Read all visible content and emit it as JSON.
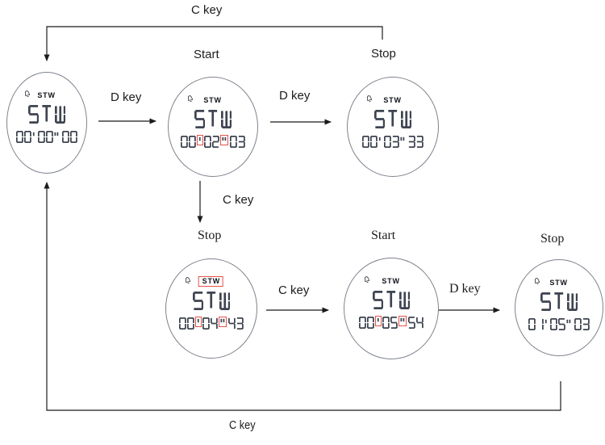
{
  "colors": {
    "segment": "#3e4450",
    "highlight_red": "#e4534b",
    "watch_outline": "#7d838d",
    "line": "#1b1b1b",
    "indicator_text": "#10131a"
  },
  "labels": {
    "loop_top": "C key",
    "d_key_top_1": "D key",
    "d_key_top_2": "D key",
    "c_key_mid": "C key",
    "c_key_row2": "C key",
    "d_key_row2": "D key",
    "loop_bottom": "C key",
    "state_start_top": "Start",
    "state_stop_top": "Stop",
    "state_stop_bottom_1": "Stop",
    "state_start_bottom_2": "Start",
    "state_stop_bottom_3": "Stop"
  },
  "watches": [
    {
      "name": "stopwatch-idle",
      "bell": true,
      "indicator": "STW",
      "indicator_boxed": false,
      "word": "STW",
      "time": "00'00\"00",
      "separators_highlighted": false
    },
    {
      "name": "stopwatch-running-first",
      "bell": true,
      "indicator": "STW",
      "indicator_boxed": false,
      "word": "STW",
      "time": "00'02\"03",
      "separators_highlighted": true
    },
    {
      "name": "stopwatch-stopped-first",
      "bell": true,
      "indicator": "STW",
      "indicator_boxed": false,
      "word": "STW",
      "time": "00'03\"33",
      "separators_highlighted": false
    },
    {
      "name": "stopwatch-stopped-blink",
      "bell": true,
      "indicator": "STW",
      "indicator_boxed": true,
      "word": "STW",
      "time": "00'04\"43",
      "separators_highlighted": true
    },
    {
      "name": "stopwatch-running-second",
      "bell": true,
      "indicator": "STW",
      "indicator_boxed": false,
      "word": "STW",
      "time": "00'05\"54",
      "separators_highlighted": true
    },
    {
      "name": "stopwatch-stopped-final",
      "bell": true,
      "indicator": "STW",
      "indicator_boxed": false,
      "word": "STW",
      "time": "01'05\"03",
      "separators_highlighted": false
    }
  ]
}
